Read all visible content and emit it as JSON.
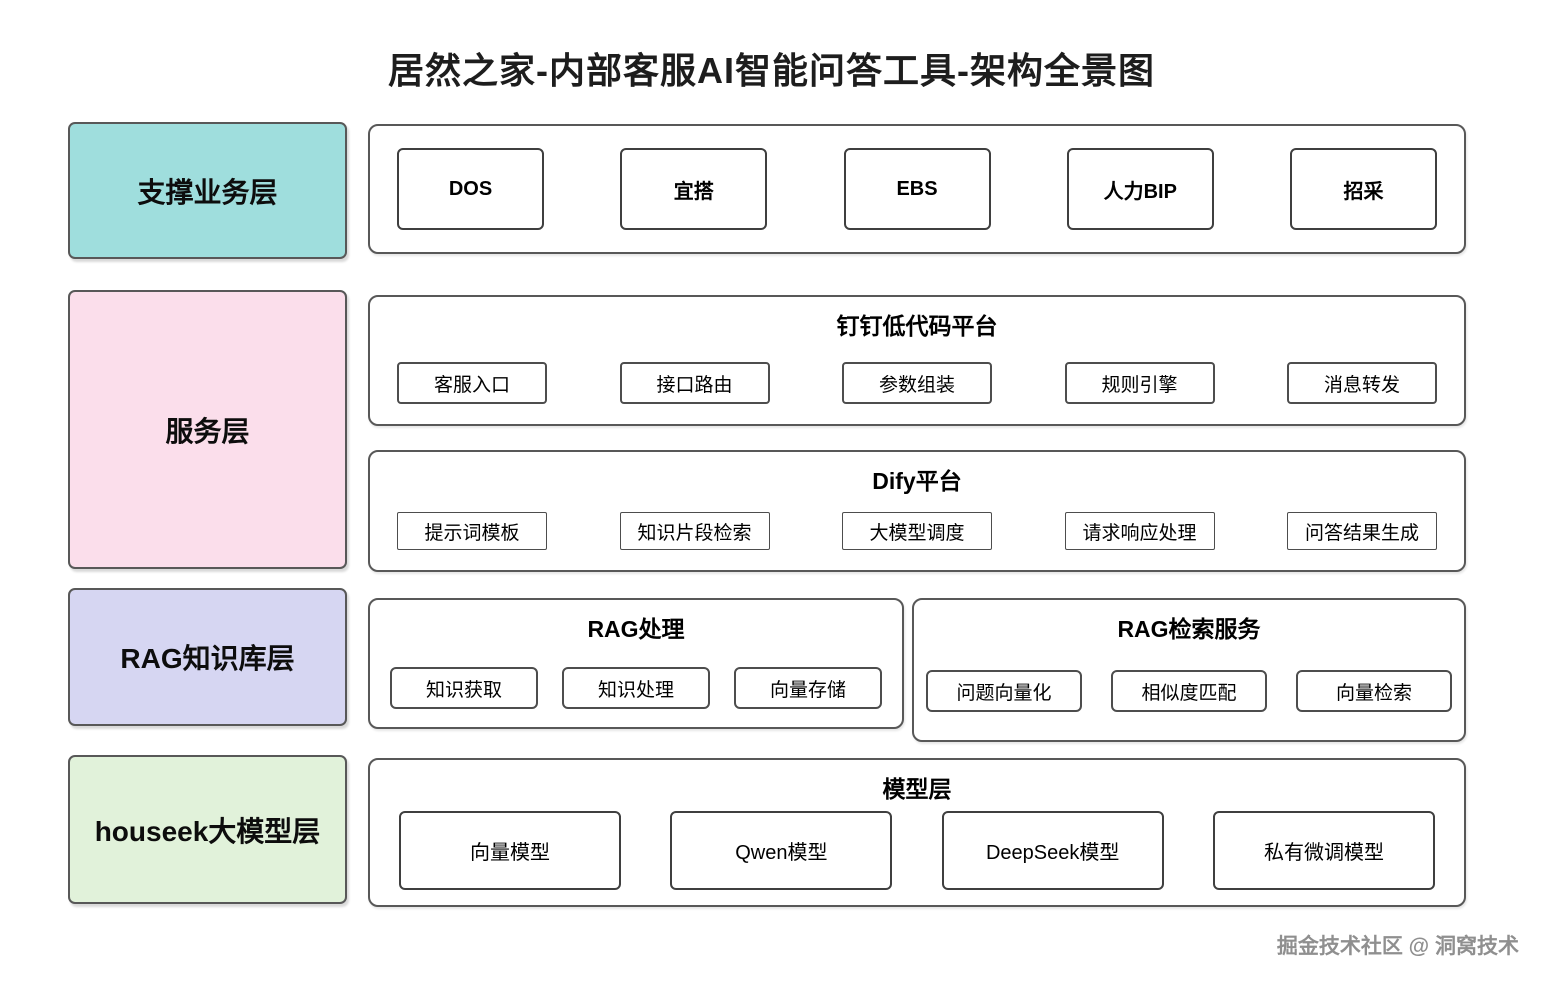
{
  "title": "居然之家-内部客服AI智能问答工具-架构全景图",
  "watermark": "掘金技术社区 @ 洞窝技术",
  "colors": {
    "layer_support": "#9FDEDD",
    "layer_service": "#FBDEEB",
    "layer_rag": "#D6D6F2",
    "layer_model": "#E1F2DA",
    "border": "#585858"
  },
  "layers": [
    {
      "label": "支撑业务层"
    },
    {
      "label": "服务层"
    },
    {
      "label": "RAG知识库层"
    },
    {
      "label": "houseek大模型层"
    }
  ],
  "support_row": {
    "items": [
      "DOS",
      "宜搭",
      "EBS",
      "人力BIP",
      "招采"
    ]
  },
  "service_row": {
    "dingtalk": {
      "title": "钉钉低代码平台",
      "items": [
        "客服入口",
        "接口路由",
        "参数组装",
        "规则引擎",
        "消息转发"
      ]
    },
    "dify": {
      "title": "Dify平台",
      "items": [
        "提示词模板",
        "知识片段检索",
        "大模型调度",
        "请求响应处理",
        "问答结果生成"
      ]
    }
  },
  "rag_row": {
    "processing": {
      "title": "RAG处理",
      "items": [
        "知识获取",
        "知识处理",
        "向量存储"
      ]
    },
    "retrieval": {
      "title": "RAG检索服务",
      "items": [
        "问题向量化",
        "相似度匹配",
        "向量检索"
      ]
    }
  },
  "model_row": {
    "title": "模型层",
    "items": [
      "向量模型",
      "Qwen模型",
      "DeepSeek模型",
      "私有微调模型"
    ]
  }
}
